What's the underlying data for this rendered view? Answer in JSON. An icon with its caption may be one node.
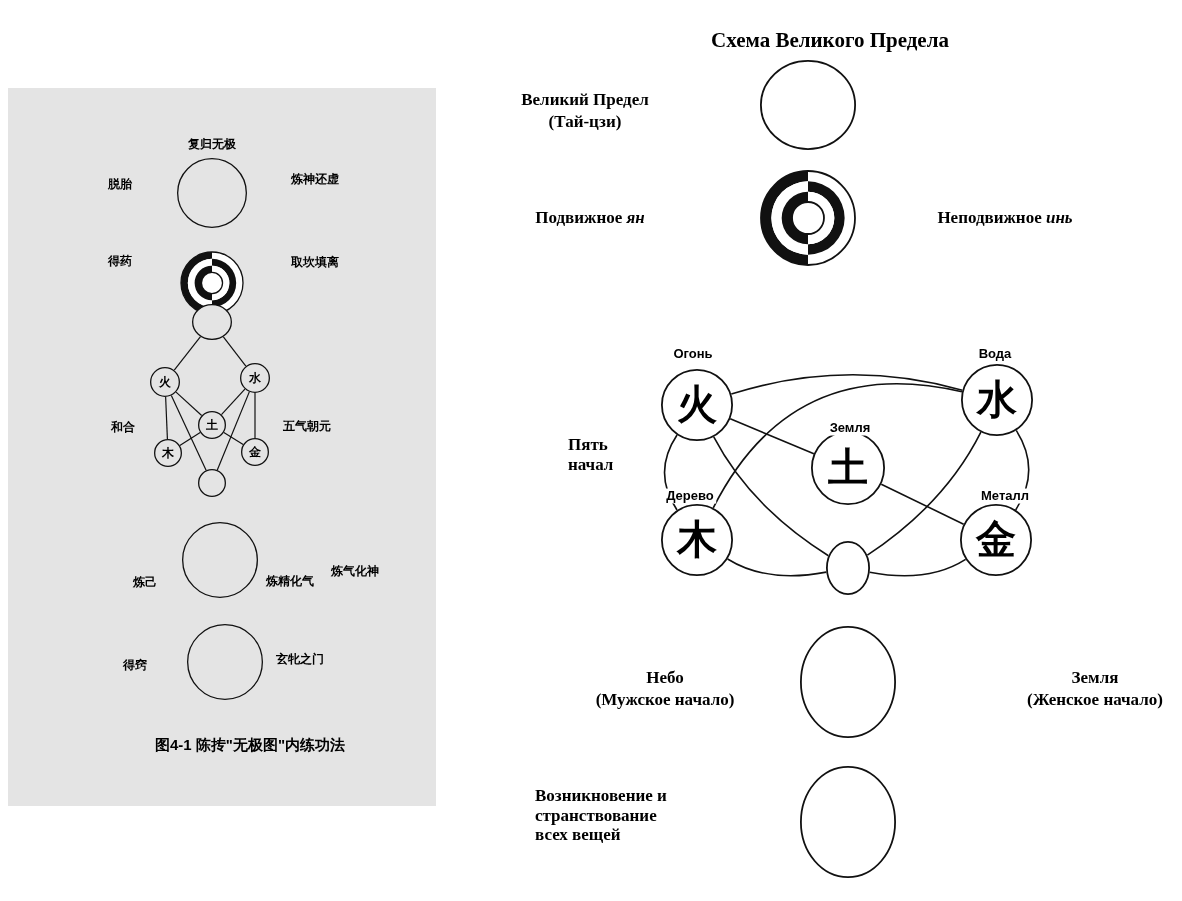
{
  "diagram": {
    "title": "Схема Великого Предела",
    "caption": "图4-1 陈抟\"无极图\"内练功法",
    "nodes": [
      {
        "text": [],
        "shape": "circle",
        "beside": [
          "复归无极"
        ]
      },
      {
        "text": [],
        "shape": "circle"
      },
      {
        "text": [],
        "shape": "circle"
      },
      {
        "text": [
          "火"
        ]
      },
      {
        "text": [
          "水"
        ]
      },
      {
        "text": [
          "土"
        ]
      },
      {
        "text": [
          "木"
        ]
      },
      {
        "text": [
          "金"
        ]
      },
      {
        "text": [],
        "shape": "circle"
      },
      {
        "text": [],
        "shape": "circle",
        "beside": [
          "炼己",
          "炼精化气",
          "炼气化神"
        ]
      },
      {
        "text": [],
        "shape": "circle",
        "beside": [
          "玄牝之门"
        ]
      },
      {
        "text": [],
        "shape": "circle",
        "beside": [
          "Великий Предел",
          "(Тай-цзи)"
        ]
      },
      {
        "text": [],
        "shape": "circle"
      },
      {
        "text": [
          "火"
        ],
        "beside": [
          "Огонь"
        ]
      },
      {
        "text": [
          "水"
        ],
        "beside": [
          "Вода"
        ]
      },
      {
        "text": [
          "土"
        ],
        "beside": [
          "Земля"
        ]
      },
      {
        "text": [
          "木"
        ],
        "beside": [
          "Дерево"
        ]
      },
      {
        "text": [
          "金"
        ],
        "beside": [
          "Металл"
        ]
      },
      {
        "text": [],
        "shape": "circle"
      },
      {
        "text": [],
        "shape": "circle",
        "beside": [
          "Небо",
          "(Мужское начало)",
          "Земля",
          "(Женское начало)"
        ]
      },
      {
        "text": [],
        "shape": "circle"
      }
    ],
    "edges": [
      {
        "from": 2,
        "to": 3,
        "arrow": "none"
      },
      {
        "from": 2,
        "to": 4,
        "arrow": "none"
      },
      {
        "from": 3,
        "to": 5,
        "arrow": "none"
      },
      {
        "from": 4,
        "to": 5,
        "arrow": "none"
      },
      {
        "from": 3,
        "to": 6,
        "arrow": "none"
      },
      {
        "from": 4,
        "to": 7,
        "arrow": "none"
      },
      {
        "from": 3,
        "to": 8,
        "arrow": "none"
      },
      {
        "from": 4,
        "to": 8,
        "arrow": "none"
      },
      {
        "from": 5,
        "to": 6,
        "arrow": "none"
      },
      {
        "from": 5,
        "to": 7,
        "arrow": "none"
      },
      {
        "from": 13,
        "to": 14,
        "arrow": "none"
      },
      {
        "from": 13,
        "to": 16,
        "arrow": "none"
      },
      {
        "from": 14,
        "to": 17,
        "arrow": "none"
      },
      {
        "from": 16,
        "to": 18,
        "arrow": "none"
      },
      {
        "from": 18,
        "to": 17,
        "arrow": "none"
      },
      {
        "from": 13,
        "to": 15,
        "arrow": "none"
      },
      {
        "from": 15,
        "to": 17,
        "arrow": "none"
      },
      {
        "from": 14,
        "to": 16,
        "arrow": "none"
      },
      {
        "from": 13,
        "to": 18,
        "arrow": "none"
      },
      {
        "from": 14,
        "to": 18,
        "arrow": "none"
      }
    ],
    "labels": [
      "脱胎",
      "炼神还虚",
      "得药",
      "取坎填离",
      "和合",
      "五气朝元",
      "得窍",
      "Подвижное *ян*",
      "Неподвижное *инь*",
      "Пять начал",
      "Возникновение и странствование всех вещей"
    ]
  }
}
